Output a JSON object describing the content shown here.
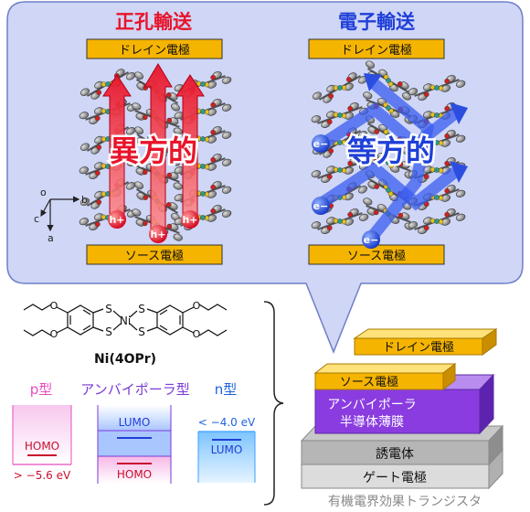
{
  "hole_panel": {
    "title": "正孔輸送",
    "drain_label": "ドレイン電極",
    "source_label": "ソース電極",
    "property": "異方的",
    "carrier": "h+"
  },
  "electron_panel": {
    "title": "電子輸送",
    "drain_label": "ドレイン電極",
    "source_label": "ソース電極",
    "property": "等方的",
    "carrier": "e−"
  },
  "axes": {
    "o": "o",
    "b": "b",
    "c": "c",
    "a": "a"
  },
  "molecule": {
    "name": "Ni(4OPr)",
    "s1": "S",
    "s2": "S",
    "s3": "S",
    "s4": "S",
    "ni": "Ni"
  },
  "energy": {
    "p_type": "p型",
    "ambipolar": "アンバイポーラ型",
    "n_type": "n型",
    "homo": "HOMO",
    "lumo": "LUMO",
    "p_value": "> −5.6 eV",
    "n_value": "< −4.0 eV"
  },
  "device": {
    "drain": "ドレイン電極",
    "source": "ソース電極",
    "semiconductor_line1": "アンバイポーラ",
    "semiconductor_line2": "半導体薄膜",
    "dielectric": "誘電体",
    "gate": "ゲート電極",
    "caption": "有機電界効果トランジスタ"
  },
  "colors": {
    "hole": "#e8142a",
    "electron": "#1f3fd8",
    "panel_bg": "#cfd6f6",
    "electrode": "#f5b400",
    "semiconductor": "#8a3ce0",
    "p_color": "#f05ac8",
    "n_color": "#3aa0ff",
    "ambipolar_color": "#7a3ad8"
  }
}
